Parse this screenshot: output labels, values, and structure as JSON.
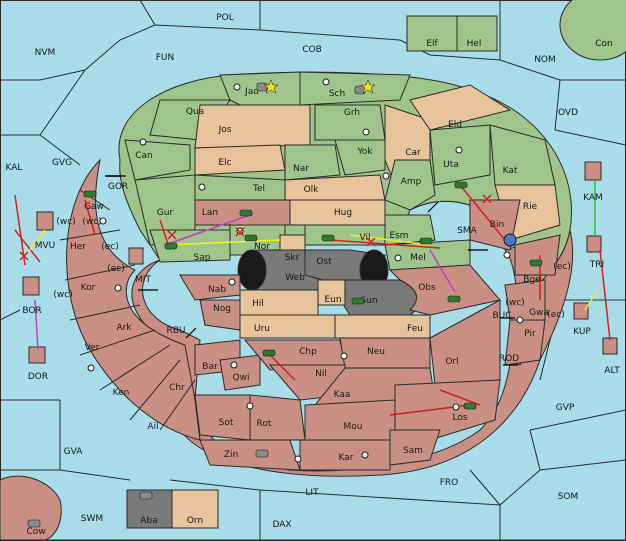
{
  "map": {
    "colors": {
      "sea": "#a8dce8",
      "green": "#9fc48c",
      "tan": "#e6c39a",
      "red": "#c98f84",
      "grey": "#7a7a7a",
      "border": "#2b2b2b",
      "supply_center": "#1a1a1a",
      "order_red": "#d62020",
      "order_yellow": "#f0f020",
      "order_magenta": "#c83cc8",
      "order_green": "#30c030",
      "arrow_black": "#000000"
    },
    "sea_regions": [
      "POL",
      "NVM",
      "FUN",
      "COB",
      "NOM",
      "Con",
      "OVD",
      "KAL",
      "GVG",
      "GOR",
      "MIT",
      "RBU",
      "SMA",
      "KAM",
      "BUC",
      "ROD",
      "GVP",
      "GVA",
      "FRO",
      "SOM",
      "LIT",
      "SWM",
      "DAX"
    ],
    "green_regions": [
      "Elf",
      "Hel",
      "Jad",
      "Sch",
      "Qua",
      "Grh",
      "Can",
      "Nar",
      "Yok",
      "Elc",
      "Tel",
      "Gur",
      "Olk",
      "Amp",
      "Uta",
      "Kat",
      "Sap",
      "Vil",
      "Esm",
      "Mel",
      "Nor",
      "Jos",
      "Car",
      "Eld"
    ],
    "tan_regions": [
      "Skr",
      "Hug",
      "Rie",
      "Hil",
      "Eun",
      "Uru",
      "Feu",
      "Orn"
    ],
    "red_regions": [
      "Gaw",
      "Her",
      "Kor",
      "Ver",
      "Ark",
      "Ken",
      "Ail",
      "Nab",
      "Nog",
      "Bar",
      "Qwi",
      "Chr",
      "Sot",
      "Rot",
      "Zin",
      "Chp",
      "Nil",
      "Neu",
      "Kaa",
      "Orl",
      "Mou",
      "Los",
      "Kar",
      "Sam",
      "Lan",
      "Obs",
      "Bin",
      "Bge",
      "Gwa",
      "Pir",
      "MVU",
      "BOR",
      "DOR",
      "TRI",
      "KUP",
      "ALT",
      "Cow"
    ],
    "grey_regions": [
      "Web",
      "Ost",
      "Sun",
      "Aba"
    ],
    "small_labels": [
      "(wc)",
      "(ec)",
      "(wc)",
      "(ec)",
      "(wc)",
      "(ec)",
      "(wc)",
      "(ec)"
    ]
  },
  "legend_note": "",
  "status": ""
}
